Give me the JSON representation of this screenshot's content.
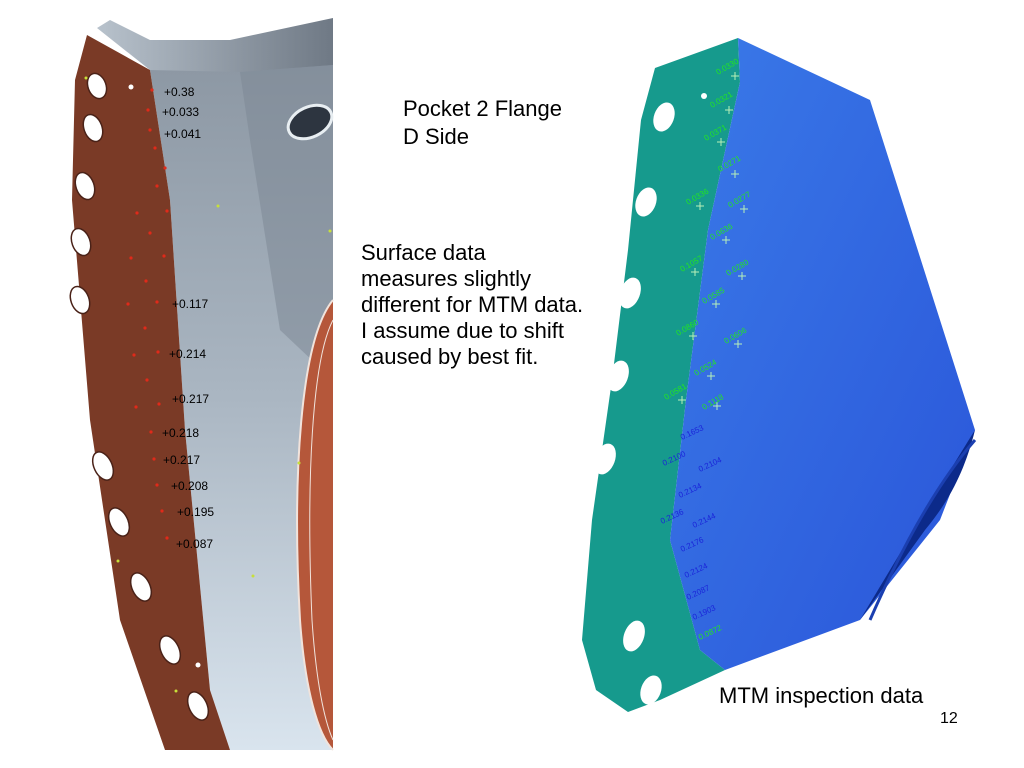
{
  "slide": {
    "title": "Pocket 2 Flange\nD Side",
    "note": "Surface data measures slightly different for MTM data.  I assume due to shift caused by best fit.",
    "caption": "MTM inspection data",
    "page_number": "12"
  },
  "colors": {
    "flange_brown": "#7a3a26",
    "steel_gray": "#a9b6c2",
    "copper": "#b5573a",
    "teal": "#169a8d",
    "blue_surface": "#2f66e6",
    "red_point": "#e02a1a",
    "green_label": "#22e622",
    "blue_label": "#1a24d9"
  },
  "left_measurements": [
    "+0.38",
    "+0.033",
    "+0.041",
    "+0.117",
    "+0.214",
    "+0.217",
    "+0.218",
    "+0.217",
    "+0.208",
    "+0.195",
    "+0.087"
  ],
  "mtm_green_labels": [
    "0.0330",
    "0.0321",
    "0.0371",
    "0.0271",
    "0.0336",
    "0.0277",
    "0.0636",
    "0.1057",
    "0.0280",
    "0.0585",
    "0.0860",
    "0.0606",
    "0.0524",
    "0.0581",
    "0.1118"
  ],
  "mtm_blue_labels": [
    "0.1653",
    "0.2100",
    "0.2104",
    "0.2134",
    "0.2136",
    "0.2144",
    "0.2176",
    "0.2124",
    "0.2087",
    "0.1903",
    "0.0872"
  ]
}
